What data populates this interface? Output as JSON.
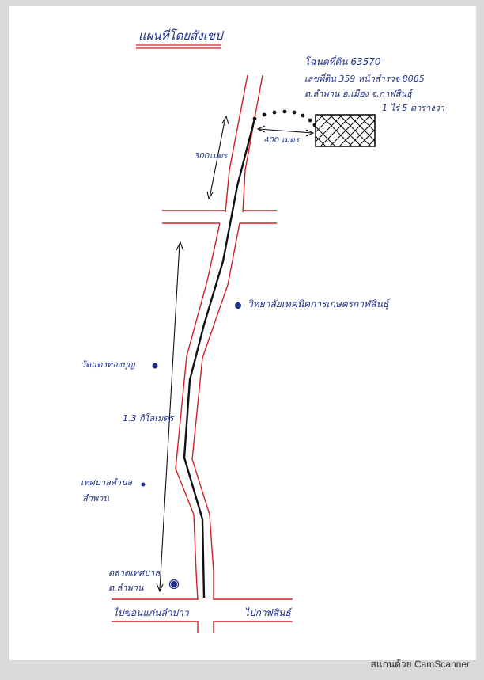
{
  "title": "แผนที่โดยสังเขป",
  "deed": {
    "line1": "โฉนดที่ดิน 63570",
    "line2": "เลขที่ดิน 359 หน้าสำรวจ 8065",
    "line3": "ต.ลำพาน อ.เมือง จ.กาฬสินธุ์",
    "line4": "1 ไร่ 5 ตารางวา"
  },
  "distances": {
    "to_junction": "300เมตร",
    "to_plot": "400 เมตร",
    "main_road": "1.3 กิโลเมตร"
  },
  "landmarks": {
    "college": "วิทยาลัยเทคนิคการเกษตรกาฬสินธุ์",
    "temple": "วัดแดงทองบุญ",
    "office_line1": "เทศบาลตำบล",
    "office_line2": "ลำพาน",
    "market_line1": "ตลาดเทศบาล",
    "market_line2": "ต.ลำพาน"
  },
  "roads": {
    "left": "ไปขอนแก่นลำปาว",
    "right": "ไปกาฬสินธุ์"
  },
  "footer": "สแกนด้วย CamScanner",
  "colors": {
    "road_edge": "#d21f26",
    "route": "#111111",
    "ink": "#1d2f8a"
  },
  "icons": [
    "landmark-dot-icon",
    "plot-hatch-icon"
  ]
}
